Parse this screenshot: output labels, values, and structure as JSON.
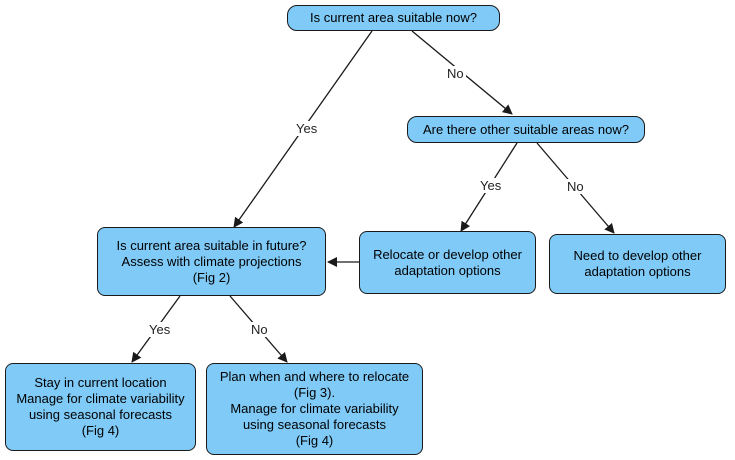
{
  "nodes": {
    "q1": "Is current area suitable now?",
    "q2": "Are there other suitable areas now?",
    "q3": "Is current area suitable in future?\nAssess with climate projections\n(Fig 2)",
    "relocate": "Relocate or develop other\nadaptation options",
    "develop": "Need to develop other\nadaptation options",
    "stay": "Stay in current location\nManage for climate variability\nusing seasonal forecasts\n(Fig 4)",
    "plan": "Plan when and where to relocate\n(Fig 3).\nManage for climate variability\nusing seasonal forecasts\n(Fig 4)"
  },
  "edges": {
    "q1_no": "No",
    "q1_yes": "Yes",
    "q2_yes": "Yes",
    "q2_no": "No",
    "q3_yes": "Yes",
    "q3_no": "No"
  },
  "colors": {
    "node_fill": "#7fcaf7",
    "line": "#1a1a1a"
  }
}
